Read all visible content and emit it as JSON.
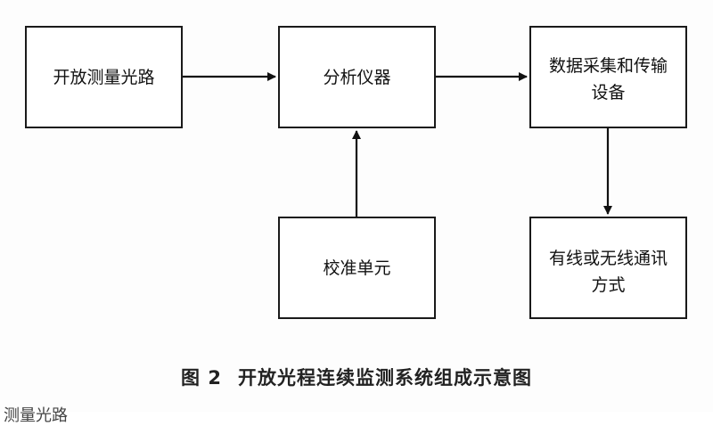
{
  "diagram": {
    "boxes": {
      "open_path": "开放测量光路",
      "analyzer": "分析仪器",
      "data_line1": "数据采集和传输",
      "data_line2": "设备",
      "calibration": "校准单元",
      "comm_line1": "有线或无线通讯",
      "comm_line2": "方式"
    },
    "caption": {
      "number": "图 2",
      "text": "开放光程连续监测系统组成示意图"
    },
    "cutoff_text": "测量光路"
  }
}
